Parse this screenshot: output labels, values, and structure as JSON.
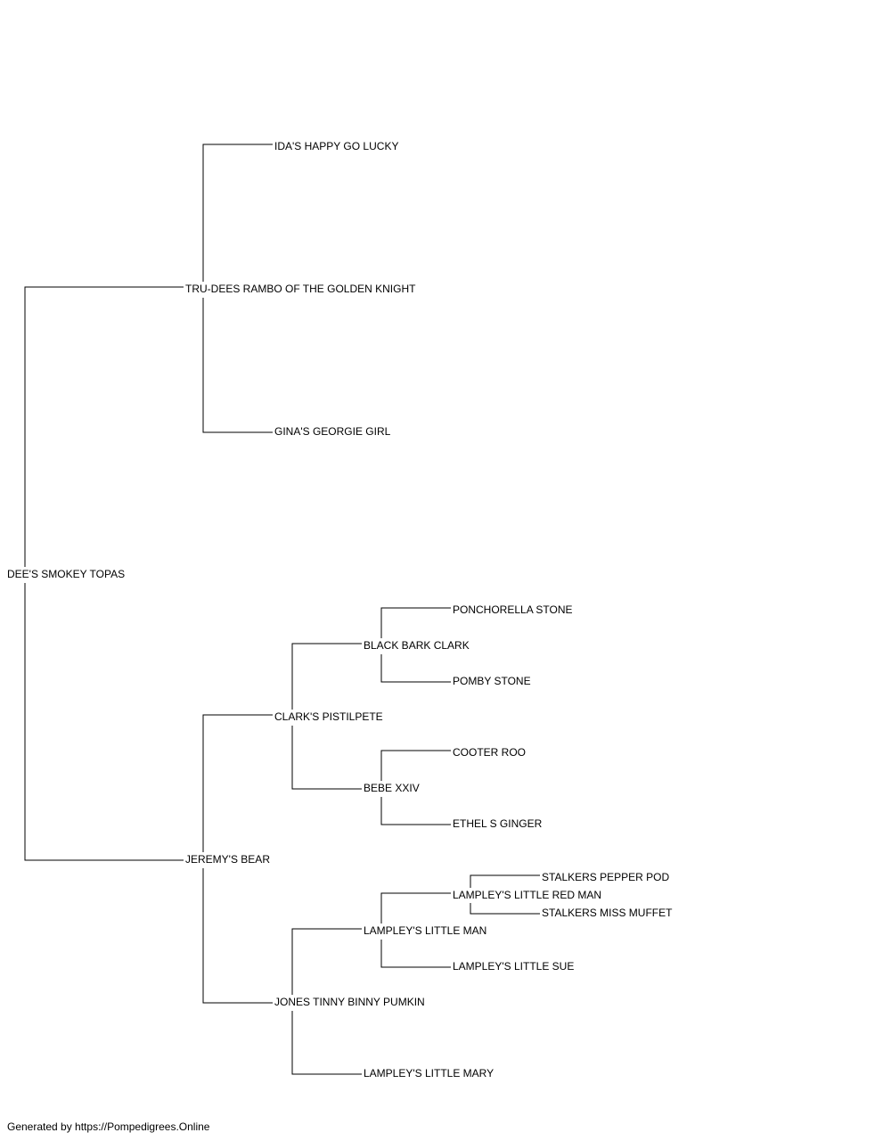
{
  "pedigree": {
    "subject": "DEE'S SMOKEY TOPAS",
    "sire": "TRU-DEES RAMBO OF THE GOLDEN KNIGHT",
    "sire_sire": "IDA'S HAPPY GO LUCKY",
    "sire_dam": "GINA'S GEORGIE GIRL",
    "dam": "JEREMY'S BEAR",
    "dam_sire": "CLARK'S PISTILPETE",
    "dam_sire_sire": "BLACK BARK CLARK",
    "dam_sire_sire_sire": "PONCHORELLA STONE",
    "dam_sire_sire_dam": "POMBY STONE",
    "dam_sire_dam": "BEBE XXIV",
    "dam_sire_dam_sire": "COOTER ROO",
    "dam_sire_dam_dam": "ETHEL S GINGER",
    "dam_dam": "JONES TINNY BINNY PUMKIN",
    "dam_dam_sire": "LAMPLEY'S LITTLE MAN",
    "dam_dam_sire_sire": "LAMPLEY'S LITTLE RED MAN",
    "dam_dam_sire_sire_sire": "STALKERS PEPPER POD",
    "dam_dam_sire_sire_dam": "STALKERS MISS MUFFET",
    "dam_dam_sire_dam": "LAMPLEY'S LITTLE SUE",
    "dam_dam_dam": "LAMPLEY'S LITTLE MARY"
  },
  "footer": "Generated by https://Pompedigrees.Online",
  "colors": {
    "line": "#000000",
    "text": "#000000",
    "background": "#ffffff"
  }
}
